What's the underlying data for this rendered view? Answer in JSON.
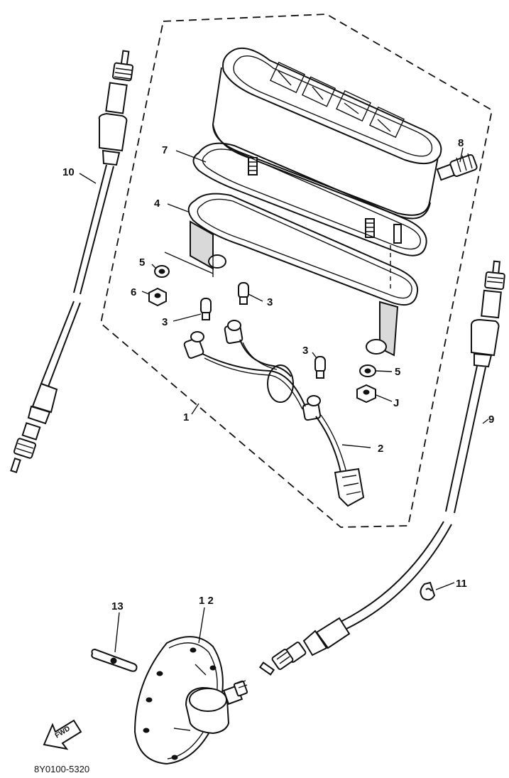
{
  "diagram": {
    "drawing_code": "8Y0100-5320",
    "forward_marker": "FWD",
    "callouts": {
      "c1": "1",
      "c2": "2",
      "c3a": "3",
      "c3b": "3",
      "c3c": "3",
      "c4": "4",
      "c5a": "5",
      "c5b": "5",
      "c6a": "6",
      "c6b": "J",
      "c7": "7",
      "c8": "8",
      "c9": "9",
      "c10": "10",
      "c11": "11",
      "c12": "1 2",
      "c13": "13"
    }
  }
}
